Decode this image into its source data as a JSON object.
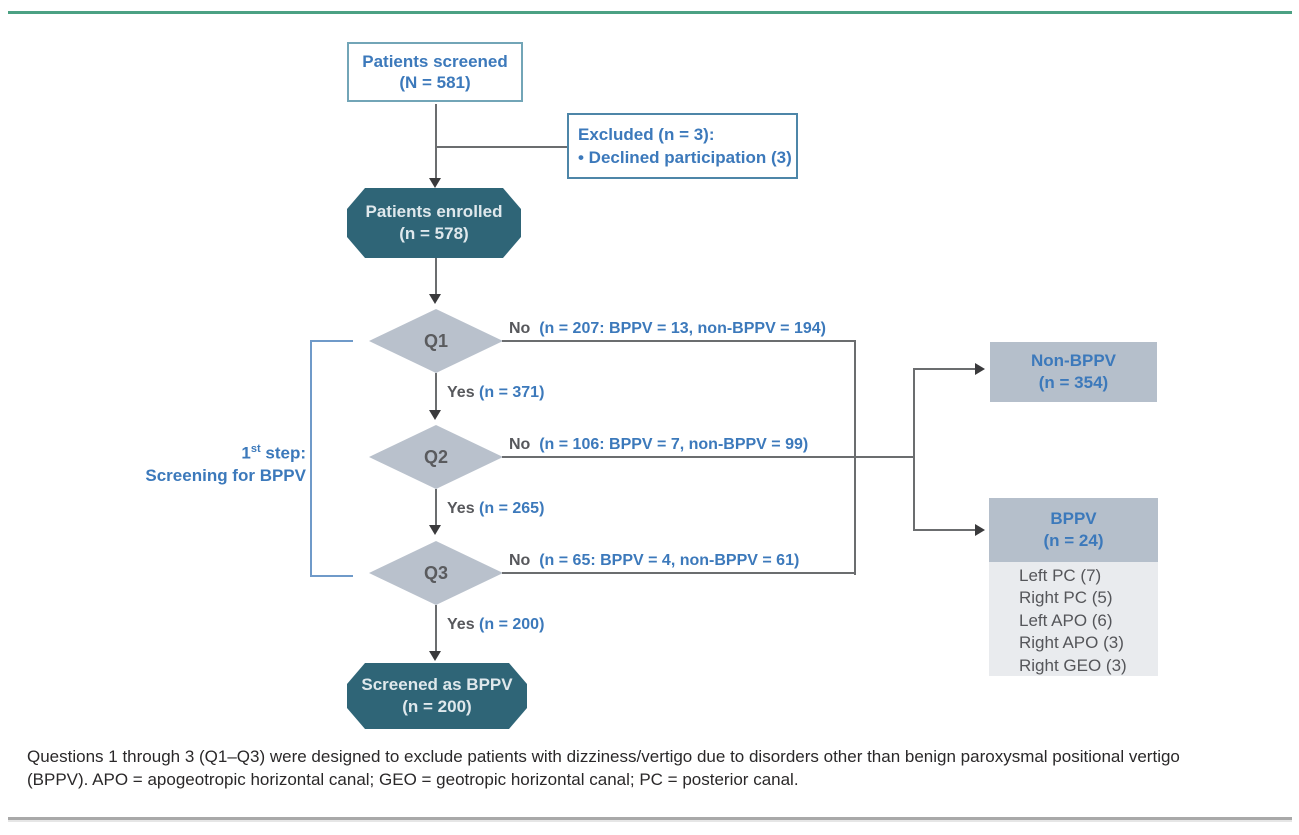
{
  "figure": {
    "top_rule_color": "#4ba183",
    "bottom_rule_color": "#a9a9a9"
  },
  "flow": {
    "screened": {
      "line1": "Patients screened",
      "line2": "(N = 581)"
    },
    "excluded": {
      "line1": "Excluded (n = 3):",
      "line2": "• Declined participation (3)"
    },
    "enrolled": {
      "line1": "Patients enrolled",
      "line2": "(n = 578)"
    },
    "decisions": [
      {
        "label": "Q1",
        "no_word": "No",
        "no_detail": "(n = 207: BPPV = 13, non-BPPV = 194)",
        "yes_word": "Yes",
        "yes_detail": "(n = 371)"
      },
      {
        "label": "Q2",
        "no_word": "No",
        "no_detail": "(n = 106: BPPV = 7, non-BPPV = 99)",
        "yes_word": "Yes",
        "yes_detail": "(n = 265)"
      },
      {
        "label": "Q3",
        "no_word": "No",
        "no_detail": "(n = 65: BPPV = 4, non-BPPV = 61)",
        "yes_word": "Yes",
        "yes_detail": "(n = 200)"
      }
    ],
    "result": {
      "line1": "Screened as BPPV",
      "line2": "(n = 200)"
    },
    "non_bppv": {
      "line1": "Non-BPPV",
      "line2": "(n = 354)"
    },
    "bppv": {
      "line1": "BPPV",
      "line2": "(n = 24)",
      "items": [
        "Left PC (7)",
        "Right PC (5)",
        "Left APO (6)",
        "Right APO (3)",
        "Right GEO (3)"
      ]
    },
    "step_label": {
      "num": "1",
      "sup": "st",
      "rest": " step:",
      "line2": "Screening for BPPV"
    }
  },
  "caption": {
    "line1": "Questions 1 through 3 (Q1–Q3) were designed to exclude patients with dizziness/vertigo due to disorders other than benign paroxysmal positional vertigo",
    "line2": "(BPPV). APO = apogeotropic horizontal canal; GEO = geotropic horizontal canal; PC = posterior canal."
  },
  "colors": {
    "teal_node": "#2f6577",
    "diamond_fill": "#b9c1cc",
    "gray_box_fill": "#b5bfcb",
    "list_fill": "#e9ebee",
    "blue_text": "#3c79bb",
    "gray_text": "#57585c",
    "line_gray": "#6b6d6f",
    "bracket_blue": "#6f9ac9"
  }
}
